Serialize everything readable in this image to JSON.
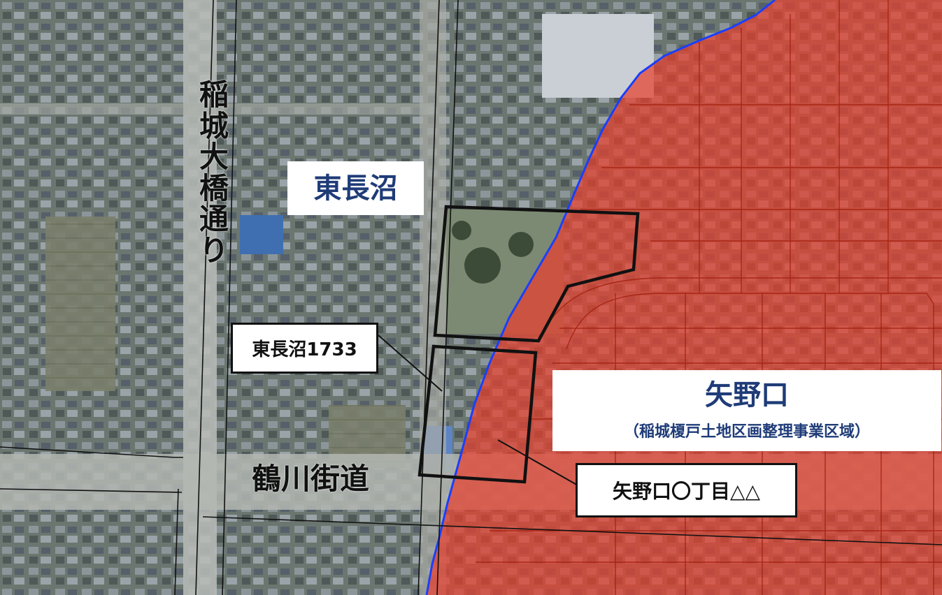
{
  "map": {
    "areas": {
      "higashi_naganuma": {
        "name": "東長沼"
      },
      "yanokuchi": {
        "name": "矢野口",
        "subtitle": "（稲城榎戸土地区画整理事業区域）",
        "fill_color": "#e8402e",
        "border_color": "#1a3fff"
      }
    },
    "roads": {
      "inagi_ohashi": "稲城大橋通り",
      "tsurukawa": "鶴川街道"
    },
    "callouts": {
      "higashi_naganuma_address": "東長沼1733",
      "yanokuchi_address": "矢野口〇丁目△△"
    },
    "colors": {
      "label_text": "#1f3c78",
      "parcel_outline": "#111111"
    }
  }
}
